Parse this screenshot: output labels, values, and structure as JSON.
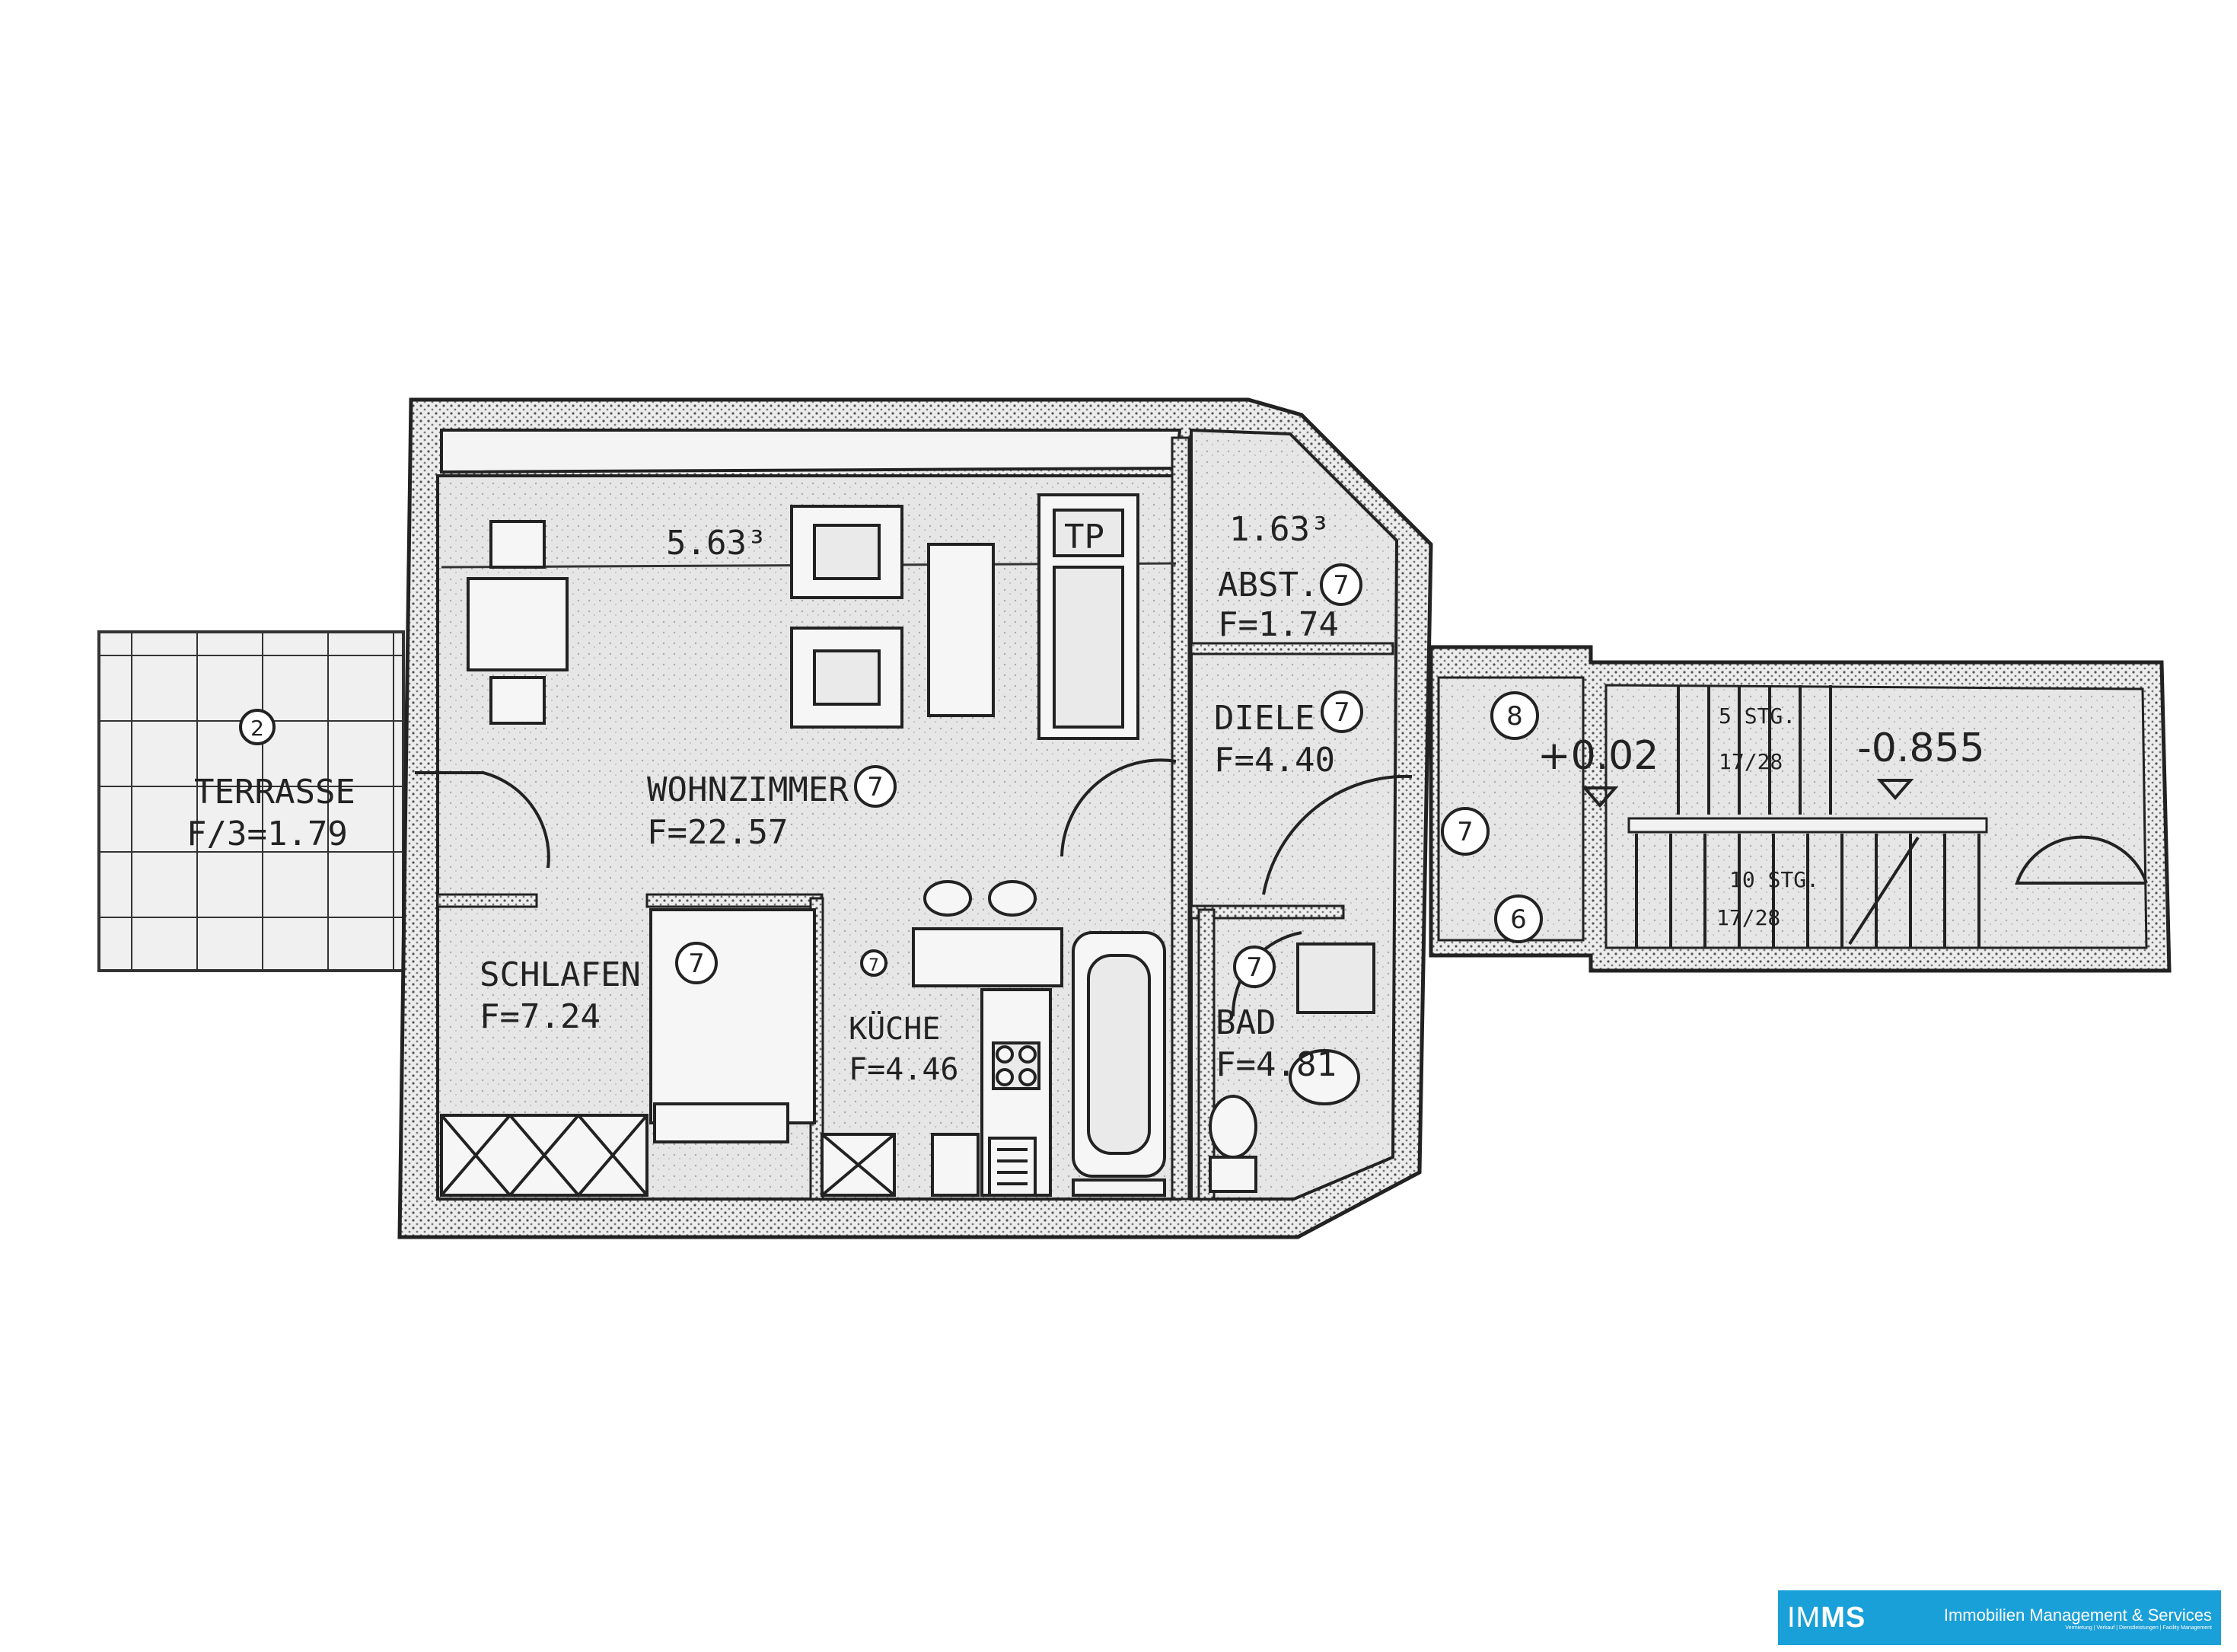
{
  "rooms": [
    {
      "id": "wohnzimmer",
      "name": "WOHNZIMMER",
      "area": "F=22.57",
      "marker": "7"
    },
    {
      "id": "schlafen",
      "name": "SCHLAFEN",
      "area": "F=7.24",
      "marker": "7"
    },
    {
      "id": "kueche",
      "name": "KÜCHE",
      "area": "F=4.46",
      "marker": "7"
    },
    {
      "id": "diele",
      "name": "DIELE",
      "area": "F=4.40",
      "marker": "7"
    },
    {
      "id": "abst",
      "name": "ABST.",
      "area": "F=1.74",
      "marker": "7"
    },
    {
      "id": "bad",
      "name": "BAD",
      "area": "F=4.81",
      "marker": "7"
    },
    {
      "id": "terrasse",
      "name": "TERRASSE",
      "area": "F/3=1.79",
      "marker": "2"
    }
  ],
  "dimensions": {
    "living_height": "5.63³",
    "abst_height": "1.63³",
    "tp": "TP"
  },
  "levels": {
    "entry": "+0.02",
    "stair": "-0.855"
  },
  "stairs": {
    "upper_count": "5 STG.",
    "upper_ratio": "17/28",
    "lower_count": "10 STG.",
    "lower_ratio": "17/28"
  },
  "corridor_markers": [
    "8",
    "7",
    "6"
  ],
  "logo": {
    "mark_light": "IM",
    "mark_bold": "MS",
    "tagline": "Immobilien Management & Services",
    "subline": "Vermietung | Verkauf | Dienstleistungen | Facility Management"
  },
  "colors": {
    "wall_fill": "#dcdcdc",
    "line": "#222222",
    "brand": "#1aa0d8"
  }
}
